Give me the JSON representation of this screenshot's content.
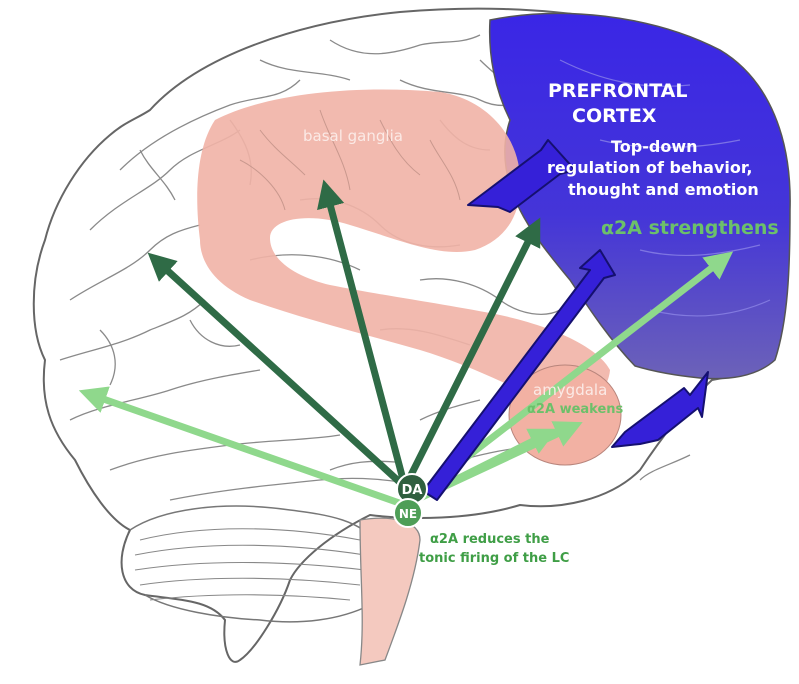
{
  "labels": {
    "prefrontal_title_1": "PREFRONTAL",
    "prefrontal_title_2": "CORTEX",
    "prefrontal_desc_1": "Top-down",
    "prefrontal_desc_2": "regulation of behavior,",
    "prefrontal_desc_3": "thought and emotion",
    "alpha2a_strengthens": "α2A strengthens",
    "basal_ganglia": "basal ganglia",
    "amygdala": "amygdala",
    "alpha2a_weakens": "α2A weakens",
    "da_node": "DA",
    "ne_node": "NE",
    "lc_note_1": "α2A reduces the",
    "lc_note_2": "tonic firing of the LC"
  },
  "colors": {
    "pfc_blue": "#3b2fe0",
    "blue_arrow": "#3520d8",
    "dark_green_arrow": "#2f6b46",
    "light_green_arrow": "#8fd88c",
    "salmon": "#f1b3a6",
    "brain_outline": "#666666"
  }
}
